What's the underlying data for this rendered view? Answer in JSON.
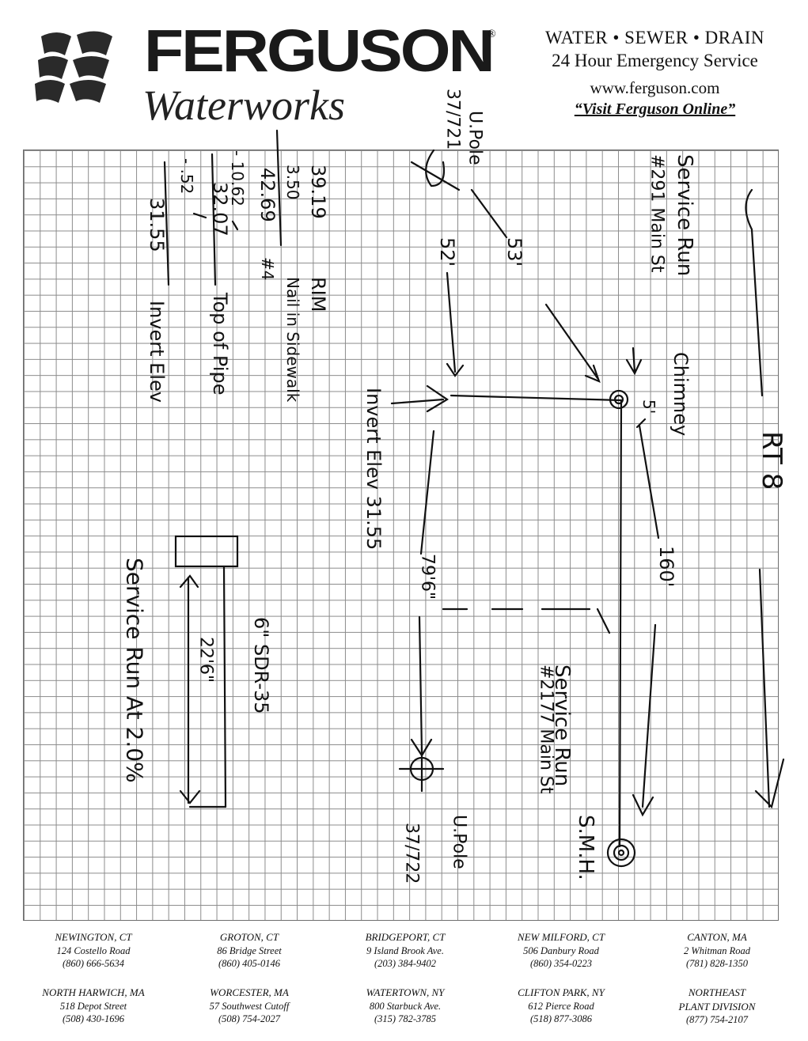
{
  "header": {
    "brand": "FERGUSON",
    "registered": "®",
    "subbrand": "Waterworks",
    "tagline": "WATER • SEWER • DRAIN",
    "emergency": "24 Hour Emergency Service",
    "url": "www.ferguson.com",
    "visit": "“Visit Ferguson Online”"
  },
  "sketch": {
    "invert_calc": {
      "row1": "39.19",
      "row1_note": "RIM",
      "row2": "3.50",
      "row2_note": "Nail in Sidewalk",
      "row3": "42.69",
      "row3_note": "#4",
      "row4": "- 10.62",
      "row5": "32.07",
      "row5_note": "Top of Pipe",
      "row6": "- .52",
      "row7": "31.55",
      "row7_note": "Invert Elev"
    },
    "pole_top": {
      "label": "U.Pole",
      "number": "37/721"
    },
    "pole_bottom": {
      "label": "U.Pole",
      "number": "37/722"
    },
    "dist_52": "52'",
    "dist_53": "53'",
    "service_top": {
      "label": "Service Run",
      "address": "#291 Main St"
    },
    "chimney": "Chimney",
    "chimney_dist": "5'",
    "invert_elev": "Invert Elev 31.55",
    "dist_79": "79'6\"",
    "dist_160": "160'",
    "rt8": "RT 8",
    "service_bottom": {
      "label": "Service Run",
      "address": "#2177 Main St"
    },
    "smh": "S.M.H.",
    "pipe": "6\" SDR-35",
    "pipe_len": "22'6\"",
    "service_run_at": "Service Run At 2.0%"
  },
  "footer": {
    "branches": [
      {
        "city": "NEWINGTON, CT",
        "street": "124 Costello Road",
        "phone": "(860) 666-5634"
      },
      {
        "city": "GROTON, CT",
        "street": "86 Bridge Street",
        "phone": "(860) 405-0146"
      },
      {
        "city": "BRIDGEPORT, CT",
        "street": "9 Island Brook Ave.",
        "phone": "(203) 384-9402"
      },
      {
        "city": "NEW MILFORD, CT",
        "street": "506 Danbury Road",
        "phone": "(860) 354-0223"
      },
      {
        "city": "CANTON, MA",
        "street": "2 Whitman Road",
        "phone": "(781) 828-1350"
      },
      {
        "city": "NORTH HARWICH, MA",
        "street": "518 Depot Street",
        "phone": "(508) 430-1696"
      },
      {
        "city": "WORCESTER, MA",
        "street": "57 Southwest Cutoff",
        "phone": "(508) 754-2027"
      },
      {
        "city": "WATERTOWN, NY",
        "street": "800 Starbuck Ave.",
        "phone": "(315) 782-3785"
      },
      {
        "city": "CLIFTON PARK, NY",
        "street": "612 Pierce Road",
        "phone": "(518) 877-3086"
      },
      {
        "city": "NORTHEAST",
        "street": "PLANT DIVISION",
        "phone": "(877) 754-2107"
      }
    ]
  }
}
